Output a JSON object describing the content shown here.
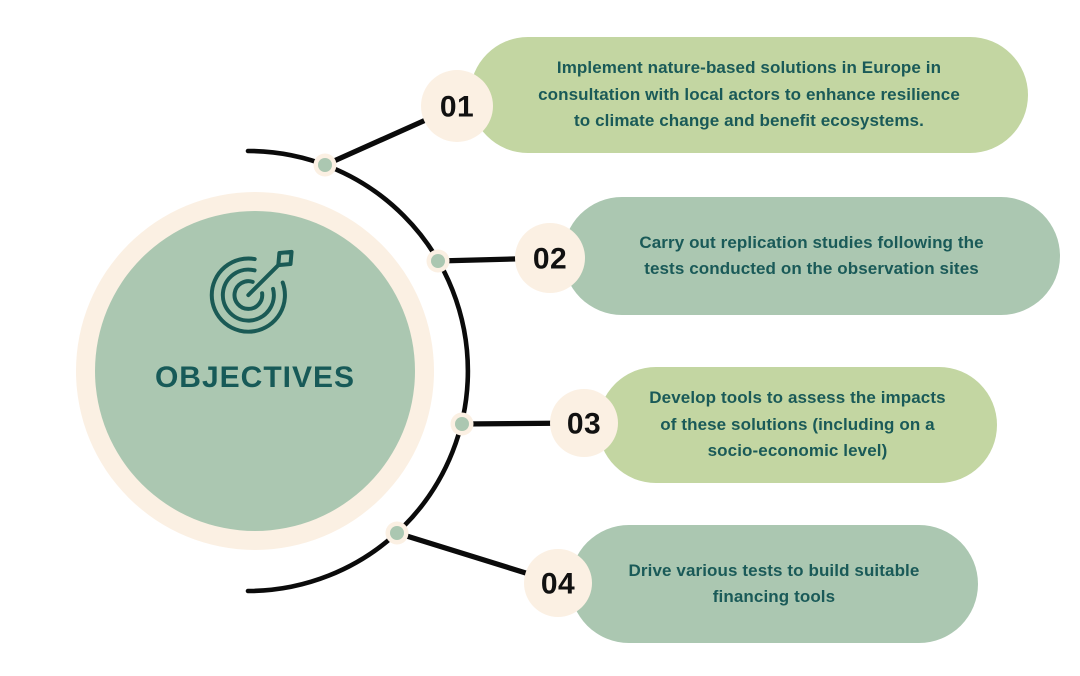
{
  "title": "OBJECTIVES",
  "center_icon": "target-arrow-icon",
  "colors": {
    "background": "#ffffff",
    "cream": "#fbf0e3",
    "sage_green": "#abc7b1",
    "light_green": "#c3d6a2",
    "teal_text": "#1a5a58",
    "number_text": "#111111",
    "connector_line": "#0b0b0b"
  },
  "objectives": [
    {
      "number": "01",
      "pill_color": "light_green",
      "text": "Implement nature-based solutions in Europe in\nconsultation with local actors to enhance resilience\nto climate change and benefit ecosystems."
    },
    {
      "number": "02",
      "pill_color": "sage_green",
      "text": "Carry out replication studies following the\ntests conducted on the observation sites"
    },
    {
      "number": "03",
      "pill_color": "light_green",
      "text": "Develop tools to assess the impacts\nof these solutions (including on a\nsocio-economic level)"
    },
    {
      "number": "04",
      "pill_color": "sage_green",
      "text": "Drive various tests to build suitable\nfinancing tools"
    }
  ]
}
